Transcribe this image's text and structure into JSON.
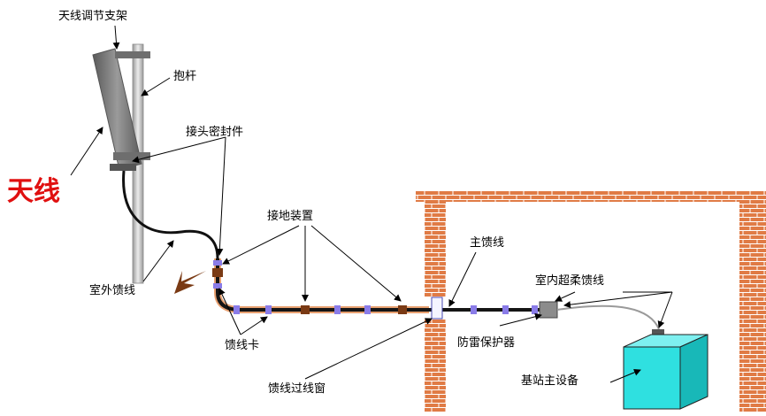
{
  "labels": {
    "antenna_bracket": "天线调节支架",
    "pole": "抱杆",
    "connector_seal": "接头密封件",
    "antenna": "天线",
    "grounding": "接地装置",
    "main_feeder": "主馈线",
    "indoor_jumper": "室内超柔馈线",
    "outdoor_jumper": "室外馈线",
    "lightning_protector": "防雷保护器",
    "feeder_clamp": "馈线卡",
    "feeder_window": "馈线过线窗",
    "base_station": "基站主设备"
  },
  "colors": {
    "antenna_body": "#7a7a7a",
    "pole": "#c8c8c8",
    "cable": "#1a1a1a",
    "cable_sheath": "#e8a070",
    "clamp": "#8a7ce8",
    "ground_kit": "#8a4a20",
    "brick": "#d9703a",
    "equipment": "#33e6e6",
    "title_red": "#e01010"
  }
}
